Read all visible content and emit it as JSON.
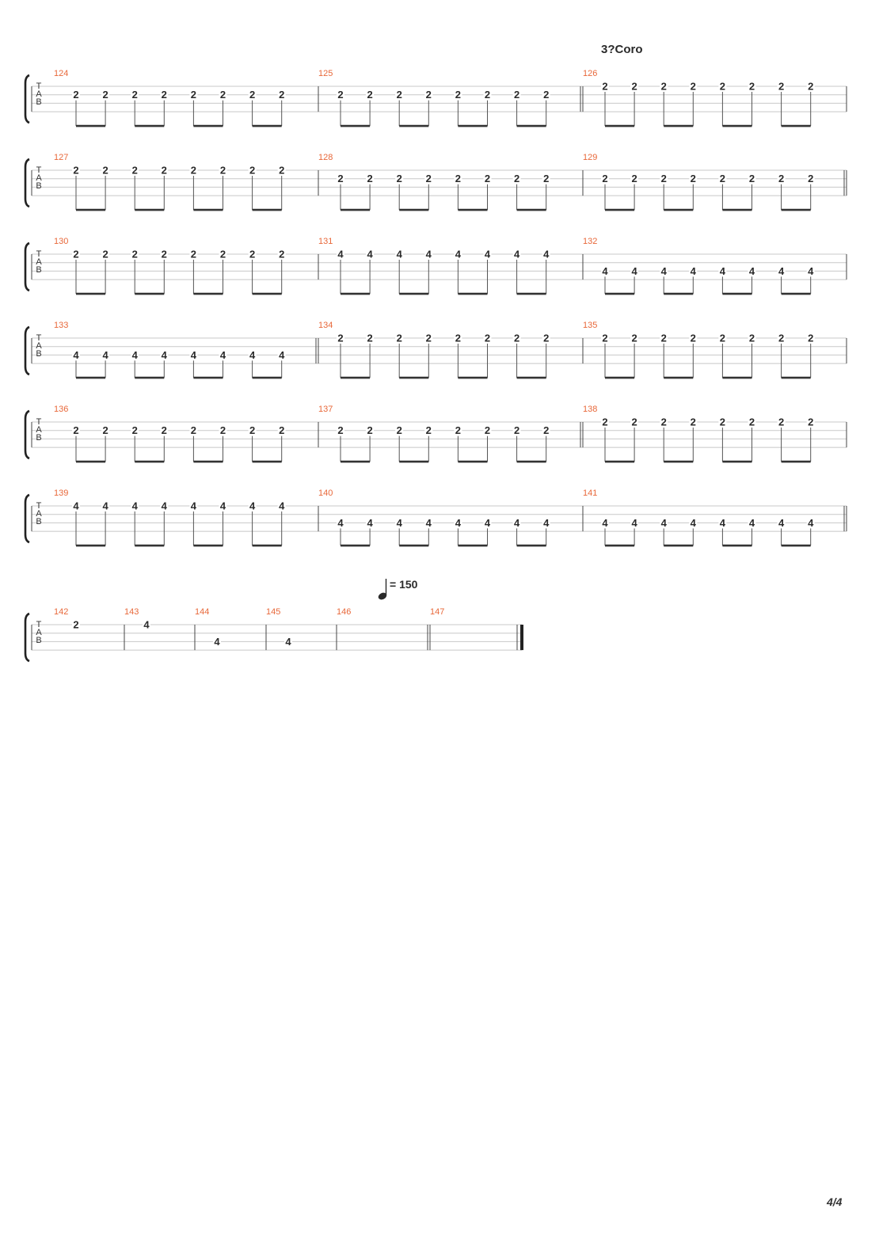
{
  "section_label": "3?Coro",
  "tempo": {
    "value": "= 150"
  },
  "page_number": "4/4",
  "tab_clef": [
    "T",
    "A",
    "B"
  ],
  "colors": {
    "measure_number": "#e8683a",
    "staff_line": "#c8c8c8",
    "text": "#2a2a2a"
  },
  "systems": [
    {
      "measures": [
        {
          "number": "124",
          "notes": [
            [
              1,
              "2"
            ],
            [
              1,
              "2"
            ],
            [
              1,
              "2"
            ],
            [
              1,
              "2"
            ],
            [
              1,
              "2"
            ],
            [
              1,
              "2"
            ],
            [
              1,
              "2"
            ],
            [
              1,
              "2"
            ]
          ],
          "beamed": true
        },
        {
          "number": "125",
          "notes": [
            [
              1,
              "2"
            ],
            [
              1,
              "2"
            ],
            [
              1,
              "2"
            ],
            [
              1,
              "2"
            ],
            [
              1,
              "2"
            ],
            [
              1,
              "2"
            ],
            [
              1,
              "2"
            ],
            [
              1,
              "2"
            ]
          ],
          "beamed": true,
          "end": "double"
        },
        {
          "number": "126",
          "notes": [
            [
              0,
              "2"
            ],
            [
              0,
              "2"
            ],
            [
              0,
              "2"
            ],
            [
              0,
              "2"
            ],
            [
              0,
              "2"
            ],
            [
              0,
              "2"
            ],
            [
              0,
              "2"
            ],
            [
              0,
              "2"
            ]
          ],
          "beamed": true
        }
      ]
    },
    {
      "measures": [
        {
          "number": "127",
          "notes": [
            [
              0,
              "2"
            ],
            [
              0,
              "2"
            ],
            [
              0,
              "2"
            ],
            [
              0,
              "2"
            ],
            [
              0,
              "2"
            ],
            [
              0,
              "2"
            ],
            [
              0,
              "2"
            ],
            [
              0,
              "2"
            ]
          ],
          "beamed": true
        },
        {
          "number": "128",
          "notes": [
            [
              1,
              "2"
            ],
            [
              1,
              "2"
            ],
            [
              1,
              "2"
            ],
            [
              1,
              "2"
            ],
            [
              1,
              "2"
            ],
            [
              1,
              "2"
            ],
            [
              1,
              "2"
            ],
            [
              1,
              "2"
            ]
          ],
          "beamed": true
        },
        {
          "number": "129",
          "notes": [
            [
              1,
              "2"
            ],
            [
              1,
              "2"
            ],
            [
              1,
              "2"
            ],
            [
              1,
              "2"
            ],
            [
              1,
              "2"
            ],
            [
              1,
              "2"
            ],
            [
              1,
              "2"
            ],
            [
              1,
              "2"
            ]
          ],
          "beamed": true,
          "end": "double"
        }
      ]
    },
    {
      "measures": [
        {
          "number": "130",
          "notes": [
            [
              0,
              "2"
            ],
            [
              0,
              "2"
            ],
            [
              0,
              "2"
            ],
            [
              0,
              "2"
            ],
            [
              0,
              "2"
            ],
            [
              0,
              "2"
            ],
            [
              0,
              "2"
            ],
            [
              0,
              "2"
            ]
          ],
          "beamed": true
        },
        {
          "number": "131",
          "notes": [
            [
              0,
              "4"
            ],
            [
              0,
              "4"
            ],
            [
              0,
              "4"
            ],
            [
              0,
              "4"
            ],
            [
              0,
              "4"
            ],
            [
              0,
              "4"
            ],
            [
              0,
              "4"
            ],
            [
              0,
              "4"
            ]
          ],
          "beamed": true
        },
        {
          "number": "132",
          "notes": [
            [
              2,
              "4"
            ],
            [
              2,
              "4"
            ],
            [
              2,
              "4"
            ],
            [
              2,
              "4"
            ],
            [
              2,
              "4"
            ],
            [
              2,
              "4"
            ],
            [
              2,
              "4"
            ],
            [
              2,
              "4"
            ]
          ],
          "beamed": true
        }
      ]
    },
    {
      "measures": [
        {
          "number": "133",
          "notes": [
            [
              2,
              "4"
            ],
            [
              2,
              "4"
            ],
            [
              2,
              "4"
            ],
            [
              2,
              "4"
            ],
            [
              2,
              "4"
            ],
            [
              2,
              "4"
            ],
            [
              2,
              "4"
            ],
            [
              2,
              "4"
            ]
          ],
          "beamed": true,
          "end": "double"
        },
        {
          "number": "134",
          "notes": [
            [
              0,
              "2"
            ],
            [
              0,
              "2"
            ],
            [
              0,
              "2"
            ],
            [
              0,
              "2"
            ],
            [
              0,
              "2"
            ],
            [
              0,
              "2"
            ],
            [
              0,
              "2"
            ],
            [
              0,
              "2"
            ]
          ],
          "beamed": true
        },
        {
          "number": "135",
          "notes": [
            [
              0,
              "2"
            ],
            [
              0,
              "2"
            ],
            [
              0,
              "2"
            ],
            [
              0,
              "2"
            ],
            [
              0,
              "2"
            ],
            [
              0,
              "2"
            ],
            [
              0,
              "2"
            ],
            [
              0,
              "2"
            ]
          ],
          "beamed": true
        }
      ]
    },
    {
      "measures": [
        {
          "number": "136",
          "notes": [
            [
              1,
              "2"
            ],
            [
              1,
              "2"
            ],
            [
              1,
              "2"
            ],
            [
              1,
              "2"
            ],
            [
              1,
              "2"
            ],
            [
              1,
              "2"
            ],
            [
              1,
              "2"
            ],
            [
              1,
              "2"
            ]
          ],
          "beamed": true
        },
        {
          "number": "137",
          "notes": [
            [
              1,
              "2"
            ],
            [
              1,
              "2"
            ],
            [
              1,
              "2"
            ],
            [
              1,
              "2"
            ],
            [
              1,
              "2"
            ],
            [
              1,
              "2"
            ],
            [
              1,
              "2"
            ],
            [
              1,
              "2"
            ]
          ],
          "beamed": true,
          "end": "double"
        },
        {
          "number": "138",
          "notes": [
            [
              0,
              "2"
            ],
            [
              0,
              "2"
            ],
            [
              0,
              "2"
            ],
            [
              0,
              "2"
            ],
            [
              0,
              "2"
            ],
            [
              0,
              "2"
            ],
            [
              0,
              "2"
            ],
            [
              0,
              "2"
            ]
          ],
          "beamed": true
        }
      ]
    },
    {
      "measures": [
        {
          "number": "139",
          "notes": [
            [
              0,
              "4"
            ],
            [
              0,
              "4"
            ],
            [
              0,
              "4"
            ],
            [
              0,
              "4"
            ],
            [
              0,
              "4"
            ],
            [
              0,
              "4"
            ],
            [
              0,
              "4"
            ],
            [
              0,
              "4"
            ]
          ],
          "beamed": true
        },
        {
          "number": "140",
          "notes": [
            [
              2,
              "4"
            ],
            [
              2,
              "4"
            ],
            [
              2,
              "4"
            ],
            [
              2,
              "4"
            ],
            [
              2,
              "4"
            ],
            [
              2,
              "4"
            ],
            [
              2,
              "4"
            ],
            [
              2,
              "4"
            ]
          ],
          "beamed": true
        },
        {
          "number": "141",
          "notes": [
            [
              2,
              "4"
            ],
            [
              2,
              "4"
            ],
            [
              2,
              "4"
            ],
            [
              2,
              "4"
            ],
            [
              2,
              "4"
            ],
            [
              2,
              "4"
            ],
            [
              2,
              "4"
            ],
            [
              2,
              "4"
            ]
          ],
          "beamed": true,
          "end": "double"
        }
      ]
    },
    {
      "measures": [
        {
          "number": "142",
          "notes": [
            [
              0,
              "2"
            ]
          ],
          "beamed": false
        },
        {
          "number": "143",
          "notes": [
            [
              0,
              "4"
            ]
          ],
          "beamed": false
        },
        {
          "number": "144",
          "notes": [
            [
              2,
              "4"
            ]
          ],
          "beamed": false
        },
        {
          "number": "145",
          "notes": [
            [
              2,
              "4"
            ]
          ],
          "beamed": false
        },
        {
          "number": "146",
          "notes": [],
          "beamed": false,
          "end": "double"
        },
        {
          "number": "147",
          "notes": [],
          "beamed": false,
          "end": "final"
        }
      ]
    }
  ]
}
